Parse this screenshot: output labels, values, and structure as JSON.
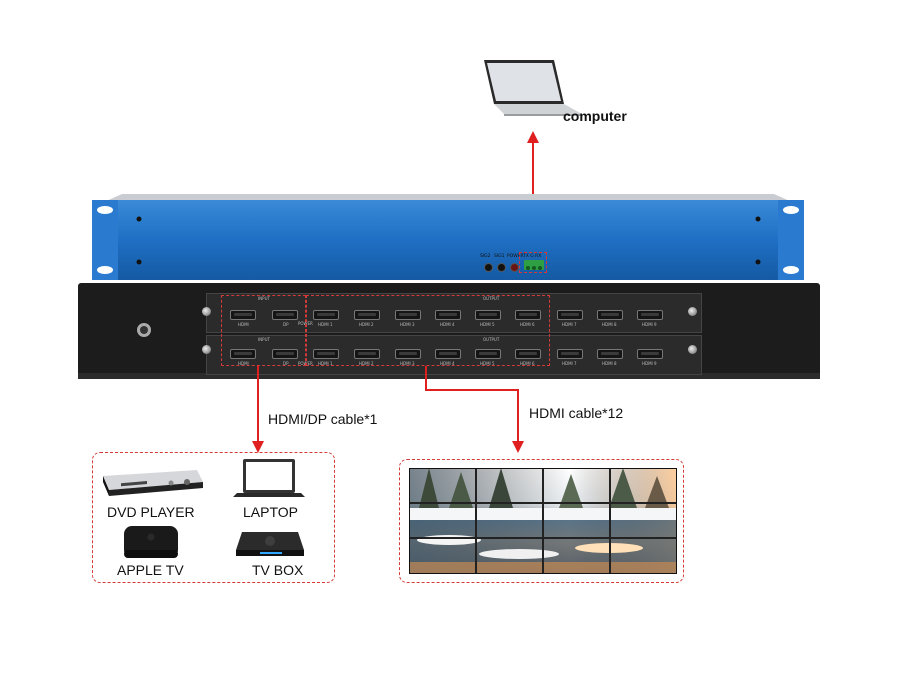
{
  "labels": {
    "computer": "computer",
    "input_cable": "HDMI/DP  cable*1",
    "output_cable": "HDMI  cable*12"
  },
  "front_panel": {
    "indicators": [
      "SIG2",
      "SIG1",
      "POWER"
    ],
    "serial": "TX  G  RX"
  },
  "rear_panel": {
    "input_title": "INPUT",
    "output_title": "OUTPUT",
    "input_ports": [
      "HDMI",
      "DP"
    ],
    "power_label": "POWER",
    "output_ports": [
      "HDMI 1",
      "HDMI 2",
      "HDMI 3",
      "HDMI 4",
      "HDMI 5",
      "HDMI 6",
      "HDMI 7",
      "HDMI 8",
      "HDMI 9"
    ]
  },
  "sources": {
    "dvd": "DVD PLAYER",
    "laptop": "LAPTOP",
    "apple_tv": "APPLE TV",
    "tv_box": "TV BOX"
  },
  "colors": {
    "chassis_blue": "#1f6fc4",
    "rear_panel": "#1c1c1c",
    "accent_red": "#e02020",
    "dashed_red": "#d43a3a"
  }
}
